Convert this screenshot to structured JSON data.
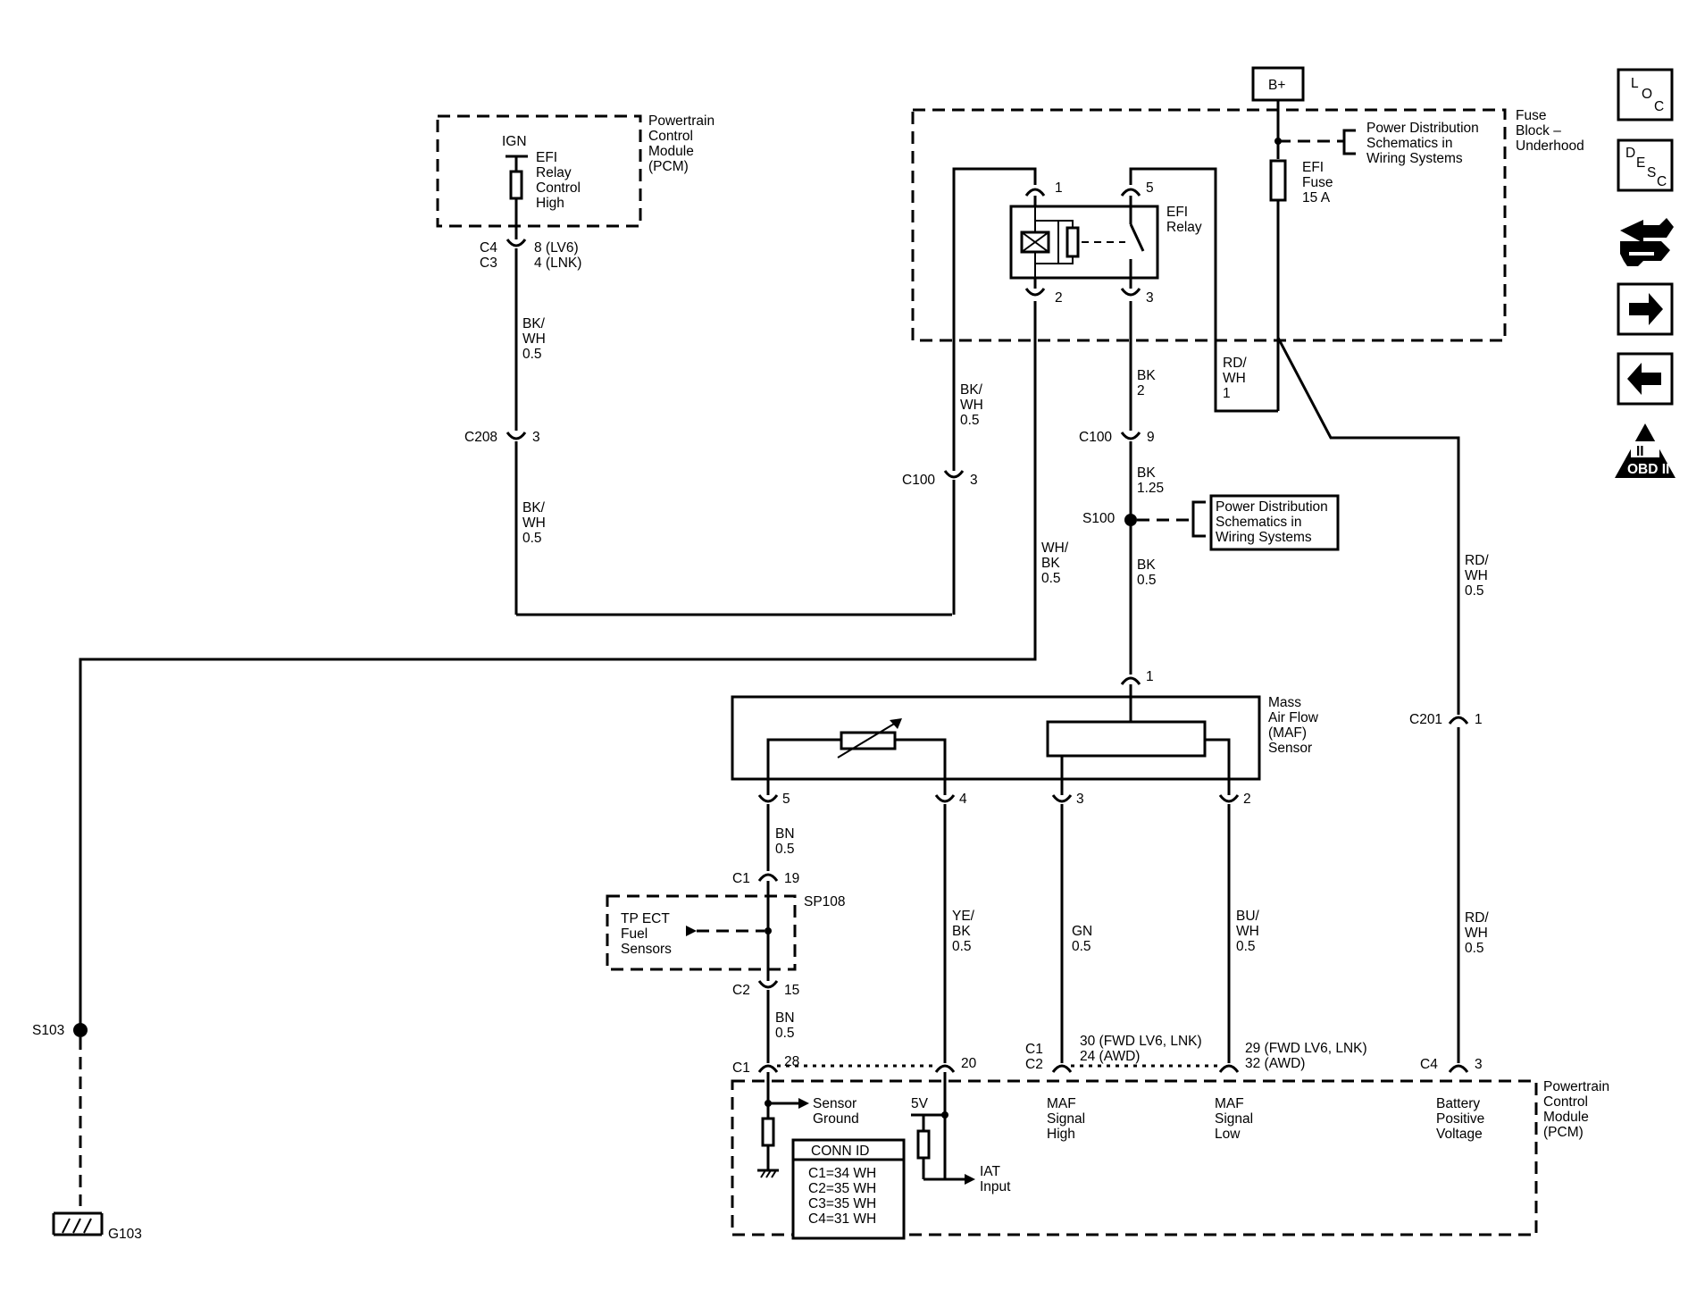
{
  "pcm_top": {
    "name": [
      "Powertrain",
      "Control",
      "Module",
      "(PCM)"
    ],
    "ign": "IGN",
    "signal": [
      "EFI",
      "Relay",
      "Control",
      "High"
    ]
  },
  "pcm_top_conn": {
    "c4": "C4",
    "c3": "C3",
    "pin_lv6": "8 (LV6)",
    "pin_lnk": "4 (LNK)"
  },
  "wire_a": [
    "BK/",
    "WH",
    "0.5"
  ],
  "c208": {
    "conn": "C208",
    "pin": "3"
  },
  "wire_b": [
    "BK/",
    "WH",
    "0.5"
  ],
  "bplus": "B+",
  "fuse_block": {
    "name": [
      "Fuse",
      "Block –",
      "Underhood"
    ],
    "pds": [
      "Power Distribution",
      "Schematics in",
      "Wiring  Systems"
    ]
  },
  "efi_fuse": [
    "EFI",
    "Fuse",
    "15 A"
  ],
  "efi_relay": {
    "name": [
      "EFI",
      "Relay"
    ],
    "pin1": "1",
    "pin2": "2",
    "pin3": "3",
    "pin5": "5"
  },
  "wire_rd_wh_1": [
    "RD/",
    "WH",
    "1"
  ],
  "wire_bk2": [
    "BK",
    "2"
  ],
  "c100_9": {
    "conn": "C100",
    "pin": "9"
  },
  "wire_bk125": [
    "BK",
    "1.25"
  ],
  "s100": "S100",
  "pds2": [
    "Power Distribution",
    "Schematics in",
    "Wiring  Systems"
  ],
  "wire_bk05": [
    "BK",
    "0.5"
  ],
  "wire_bkwh_relay": [
    "BK/",
    "WH",
    "0.5"
  ],
  "c100_3": {
    "conn": "C100",
    "pin": "3"
  },
  "wire_whbk": [
    "WH/",
    "BK",
    "0.5"
  ],
  "maf": {
    "name": [
      "Mass",
      "Air Flow",
      "(MAF)",
      "Sensor"
    ],
    "pin1": "1",
    "pin5": "5",
    "pin4": "4",
    "pin3": "3",
    "pin2": "2"
  },
  "wire_rdwh_right": [
    "RD/",
    "WH",
    "0.5"
  ],
  "c201": {
    "conn": "C201",
    "pin": "1"
  },
  "wire_bn_1": [
    "BN",
    "0.5"
  ],
  "c1_19": {
    "conn": "C1",
    "pin": "19"
  },
  "sp108": "SP108",
  "tp_sensors": [
    "TP ECT",
    "Fuel",
    "Sensors"
  ],
  "c2_15": {
    "conn": "C2",
    "pin": "15"
  },
  "wire_bn_2": [
    "BN",
    "0.5"
  ],
  "wire_yebk": [
    "YE/",
    "BK",
    "0.5"
  ],
  "wire_gn": [
    "GN",
    "0.5"
  ],
  "wire_buwh": [
    "BU/",
    "WH",
    "0.5"
  ],
  "wire_rdwh_lower": [
    "RD/",
    "WH",
    "0.5"
  ],
  "s103": "S103",
  "g103": "G103",
  "pcm_bottom": {
    "name": [
      "Powertrain",
      "Control",
      "Module",
      "(PCM)"
    ],
    "c1_28": {
      "conn": "C1",
      "pin": "28"
    },
    "pin20": "20",
    "maf_high_conn": [
      "C1",
      "C2"
    ],
    "maf_high_pins": [
      "30 (FWD LV6, LNK)",
      "24 (AWD)"
    ],
    "maf_low_pins": [
      "29 (FWD LV6, LNK)",
      "32 (AWD)"
    ],
    "c4_3": {
      "conn": "C4",
      "pin": "3"
    },
    "sensor_ground": [
      "Sensor",
      "Ground"
    ],
    "five_v": "5V",
    "iat": [
      "IAT",
      "Input"
    ],
    "maf_high": [
      "MAF",
      "Signal",
      "High"
    ],
    "maf_low": [
      "MAF",
      "Signal",
      "Low"
    ],
    "bat_pos": [
      "Battery",
      "Positive",
      "Voltage"
    ],
    "conn_id_title": "CONN ID",
    "conn_id": [
      "C1=34 WH",
      "C2=35 WH",
      "C3=35 WH",
      "C4=31 WH"
    ]
  },
  "nav": {
    "loc": [
      "L",
      "O",
      "C"
    ],
    "desc": [
      "D",
      "E",
      "S",
      "C"
    ],
    "obd": "OBD II",
    "obd_numeral": "II",
    "icons": [
      "loc-icon",
      "desc-icon",
      "connector-tool-icon",
      "next-arrow-icon",
      "prev-arrow-icon",
      "obd-ii-icon"
    ]
  }
}
